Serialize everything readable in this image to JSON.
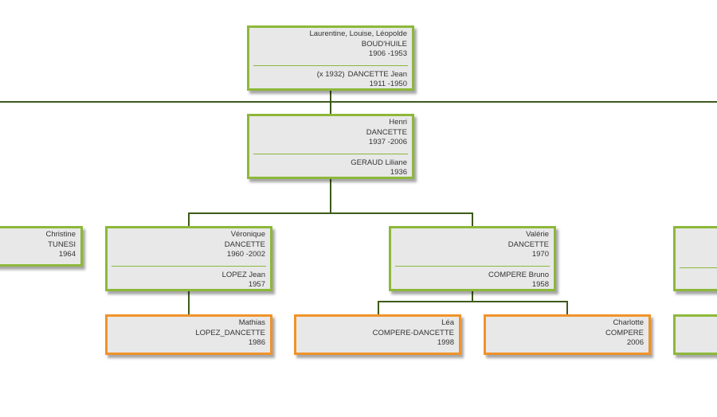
{
  "people": {
    "laurentine": {
      "given": "Laurentine, Louise, Léopolde",
      "surname": "BOUD'HUILE",
      "dates": "1906  -1953",
      "marriage": "(x 1932)",
      "spouse_name": "DANCETTE  Jean",
      "spouse_dates": "1911  -1950"
    },
    "henri": {
      "given": "Henri",
      "surname": "DANCETTE",
      "dates": "1937  -2006",
      "spouse_name": "GERAUD  Liliane",
      "spouse_dates": "1936"
    },
    "christine": {
      "given": "Christine",
      "surname": "TUNESI",
      "dates": "1964"
    },
    "veronique": {
      "given": "Véronique",
      "surname": "DANCETTE",
      "dates": "1960  -2002",
      "spouse_name": "LOPEZ  Jean",
      "spouse_dates": "1957"
    },
    "valerie": {
      "given": "Valérie",
      "surname": "DANCETTE",
      "dates": "1970",
      "spouse_name": "COMPERE  Bruno",
      "spouse_dates": "1958"
    },
    "mathias": {
      "given": "Mathias",
      "surname": "LOPEZ_DANCETTE",
      "dates": "1986"
    },
    "lea": {
      "given": "Léa",
      "surname": "COMPERE-DANCETTE",
      "dates": "1998"
    },
    "charlotte": {
      "given": "Charlotte",
      "surname": "COMPERE",
      "dates": "2006"
    }
  },
  "colors": {
    "spouse_border": "#8db83a",
    "child_border": "#f0922a",
    "card_fill": "#e8e8e8",
    "connector": "#3d5a1a",
    "text": "#333333"
  }
}
